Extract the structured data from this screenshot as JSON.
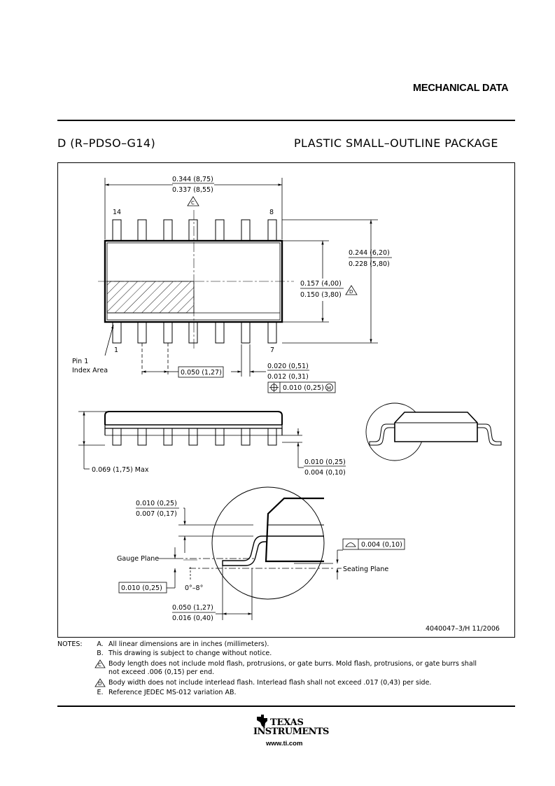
{
  "header": {
    "section_title": "MECHANICAL DATA"
  },
  "package": {
    "code": "D (R–PDSO–G14)",
    "description": "PLASTIC SMALL–OUTLINE PACKAGE"
  },
  "dimensions": {
    "body_length_max": "0.344 (8,75)",
    "body_length_min": "0.337 (8,55)",
    "note_ref_c": "C",
    "note_ref_d": "D",
    "pin_top_right": "8",
    "pin_top_left": "14",
    "pin_bottom_left": "1",
    "pin_bottom_right": "7",
    "overall_width_max": "0.244 (6,20)",
    "overall_width_min": "0.228 (5,80)",
    "body_width_max": "0.157 (4,00)",
    "body_width_min": "0.150 (3,80)",
    "pin1_label_line1": "Pin 1",
    "pin1_label_line2": "Index Area",
    "pitch": "0.050 (1,27)",
    "lead_width_max": "0.020 (0,51)",
    "lead_width_min": "0.012 (0,31)",
    "position_tolerance": "0.010 (0,25)",
    "mmc_symbol": "M",
    "max_height": "0.069 (1,75) Max",
    "standoff_max": "0.010 (0,25)",
    "standoff_min": "0.004 (0,10)",
    "lead_thickness_max": "0.010 (0,25)",
    "lead_thickness_min": "0.007 (0,17)",
    "gauge_plane_label": "Gauge Plane",
    "gauge_offset": "0.010 (0,25)",
    "angle": "0°–8°",
    "coplanarity": "0.004 (0,10)",
    "seating_plane_label": "Seating Plane",
    "foot_length_max": "0.050 (1,27)",
    "foot_length_min": "0.016 (0,40)"
  },
  "drawing_id": "4040047–3/H   11/2006",
  "notes": {
    "label": "NOTES:",
    "items": [
      {
        "letter": "A.",
        "text": "All linear dimensions are in inches (millimeters)."
      },
      {
        "letter": "B.",
        "text": "This drawing is subject to change without notice."
      },
      {
        "letter": "C",
        "text": "Body length does not include mold flash, protrusions, or gate burrs.  Mold flash, protrusions, or gate burrs shall",
        "text2": "not exceed .006 (0,15) per end."
      },
      {
        "letter": "D",
        "text": "Body width does not include interlead flash.  Interlead flash shall not exceed .017 (0,43) per side."
      },
      {
        "letter": "E.",
        "text": "Reference JEDEC MS-012 variation AB."
      }
    ]
  },
  "footer": {
    "logo_line1": "TEXAS",
    "logo_line2": "INSTRUMENTS",
    "url": "www.ti.com"
  }
}
